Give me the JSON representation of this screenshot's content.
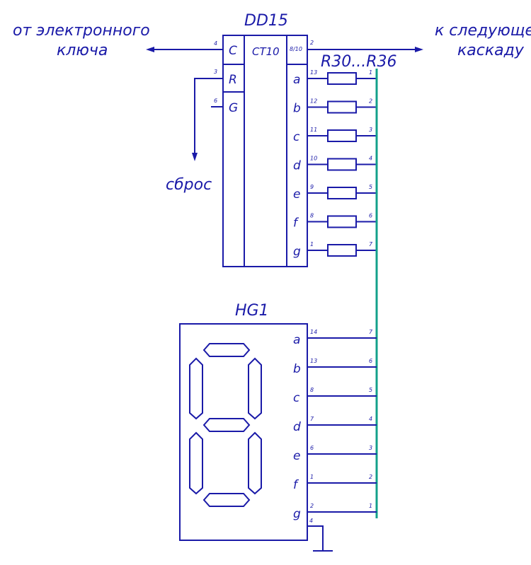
{
  "labels": {
    "chip_name": "DD15",
    "chip_type": "CT10",
    "resistors": "R30...R36",
    "display_name": "HG1",
    "input_line1": "от электронного",
    "input_line2": "ключа",
    "output_line1": "к следующему",
    "output_line2": "каскаду",
    "reset": "сброс"
  },
  "chip": {
    "left_pins": [
      {
        "label": "C",
        "num": "4"
      },
      {
        "label": "R",
        "num": "3"
      },
      {
        "label": "G",
        "num": "6"
      }
    ],
    "out_pin": {
      "label": "8/10",
      "num": "2"
    },
    "outputs": [
      {
        "label": "a",
        "num": "13",
        "rnum": "1"
      },
      {
        "label": "b",
        "num": "12",
        "rnum": "2"
      },
      {
        "label": "c",
        "num": "11",
        "rnum": "3"
      },
      {
        "label": "d",
        "num": "10",
        "rnum": "4"
      },
      {
        "label": "e",
        "num": "9",
        "rnum": "5"
      },
      {
        "label": "f",
        "num": "8",
        "rnum": "6"
      },
      {
        "label": "g",
        "num": "1",
        "rnum": "7"
      }
    ]
  },
  "display": {
    "inputs": [
      {
        "label": "a",
        "num": "14",
        "bnum": "7"
      },
      {
        "label": "b",
        "num": "13",
        "bnum": "6"
      },
      {
        "label": "c",
        "num": "8",
        "bnum": "5"
      },
      {
        "label": "d",
        "num": "7",
        "bnum": "4"
      },
      {
        "label": "e",
        "num": "6",
        "bnum": "3"
      },
      {
        "label": "f",
        "num": "1",
        "bnum": "2"
      },
      {
        "label": "g",
        "num": "2",
        "bnum": "1"
      }
    ],
    "ground_pin": "4"
  }
}
